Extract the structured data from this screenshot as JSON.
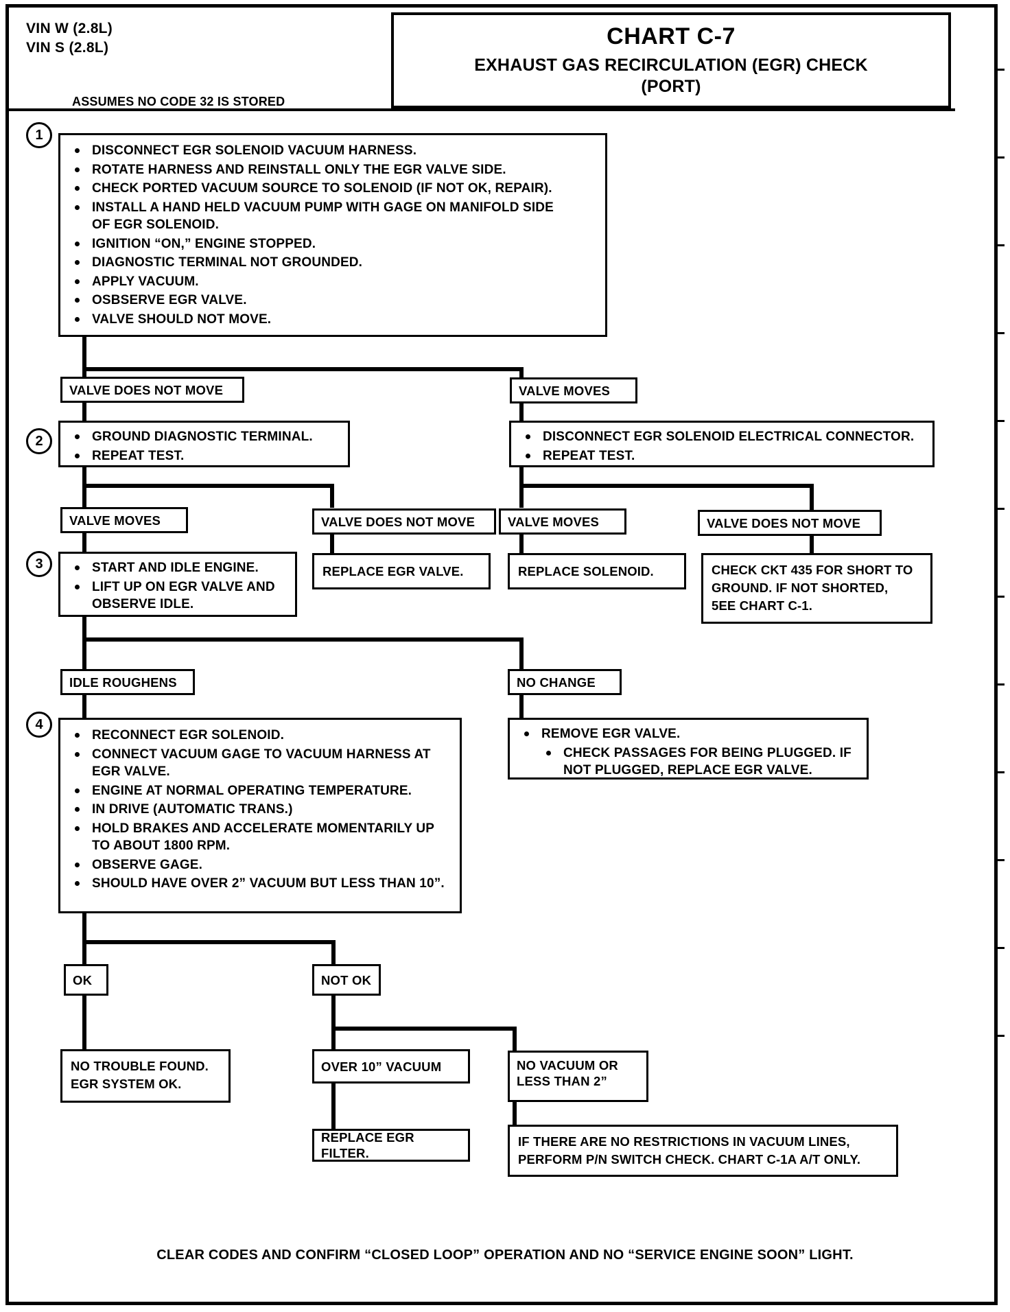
{
  "header": {
    "vin_lines": "VIN W (2.8L)\nVIN S (2.8L)",
    "assumes_note": "ASSUMES NO CODE 32 IS STORED",
    "chart_title": "CHART C-7",
    "chart_subtitle": "EXHAUST GAS RECIRCULATION (EGR) CHECK\n(PORT)"
  },
  "steps": {
    "one": "1",
    "two": "2",
    "three": "3",
    "four": "4"
  },
  "step1": {
    "bullets": [
      "DISCONNECT EGR SOLENOID VACUUM HARNESS.",
      "ROTATE HARNESS AND REINSTALL ONLY THE EGR VALVE SIDE.",
      "CHECK PORTED VACUUM SOURCE TO SOLENOID (IF NOT OK, REPAIR).",
      "INSTALL A HAND HELD VACUUM PUMP WITH GAGE ON MANIFOLD SIDE\nOF EGR SOLENOID.",
      "IGNITION “ON,” ENGINE STOPPED.",
      "DIAGNOSTIC TERMINAL NOT GROUNDED.",
      "APPLY VACUUM.",
      "OSBSERVE EGR VALVE.",
      "VALVE SHOULD NOT MOVE."
    ]
  },
  "branch1": {
    "left_label": "VALVE DOES NOT MOVE",
    "right_label": "VALVE  MOVES"
  },
  "step2": {
    "left_bullets": [
      "GROUND DIAGNOSTIC TERMINAL.",
      "REPEAT TEST."
    ],
    "right_bullets": [
      "DISCONNECT EGR SOLENOID ELECTRICAL CONNECTOR.",
      "REPEAT TEST."
    ]
  },
  "branch2": {
    "labels": [
      "VALVE  MOVES",
      "VALVE DOES NOT MOVE",
      "VALVE  MOVES",
      "VALVE DOES NOT MOVE"
    ]
  },
  "step3": {
    "bullets": [
      "START AND IDLE ENGINE.",
      "LIFT UP ON EGR VALVE  AND\nOBSERVE IDLE."
    ],
    "replace_egr_valve": "REPLACE EGR VALVE.",
    "replace_solenoid": "REPLACE SOLENOID.",
    "check_ckt": "CHECK CKT 435 FOR SHORT TO\nGROUND. IF NOT SHORTED,\n5EE CHART C-1."
  },
  "branch3": {
    "left_label": "IDLE ROUGHENS",
    "right_label": "NO CHANGE"
  },
  "step4": {
    "bullets": [
      "RECONNECT EGR SOLENOID.",
      "CONNECT VACUUM GAGE TO VACUUM HARNESS AT\nEGR VALVE.",
      "ENGINE AT NORMAL OPERATING TEMPERATURE.",
      "IN DRIVE (AUTOMATIC TRANS.)",
      "HOLD BRAKES AND ACCELERATE MOMENTARILY UP\nTO ABOUT 1800 RPM.",
      "OBSERVE GAGE.",
      "SHOULD HAVE OVER 2” VACUUM BUT LESS THAN 10”."
    ],
    "no_change_bullets": [
      "REMOVE EGR VALVE.",
      "CHECK PASSAGES FOR BEING PLUGGED.  IF\nNOT PLUGGED, REPLACE EGR VALVE."
    ]
  },
  "branch4": {
    "ok_label": "OK",
    "not_ok_label": "NOT OK"
  },
  "outcomes": {
    "no_trouble": "NO TROUBLE FOUND.\nEGR SYSTEM OK.",
    "over_10": "OVER  10” VACUUM",
    "no_vacuum": "NO VACUUM OR\nLESS THAN 2”",
    "replace_filter": "REPLACE EGR FILTER.",
    "restrictions": "IF THERE ARE NO RESTRICTIONS IN VACUUM LINES,\nPERFORM P/N SWITCH CHECK. CHART C-1A A/T ONLY."
  },
  "footer": {
    "note": "CLEAR CODES AND CONFIRM “CLOSED LOOP” OPERATION AND NO “SERVICE ENGINE SOON” LIGHT."
  }
}
